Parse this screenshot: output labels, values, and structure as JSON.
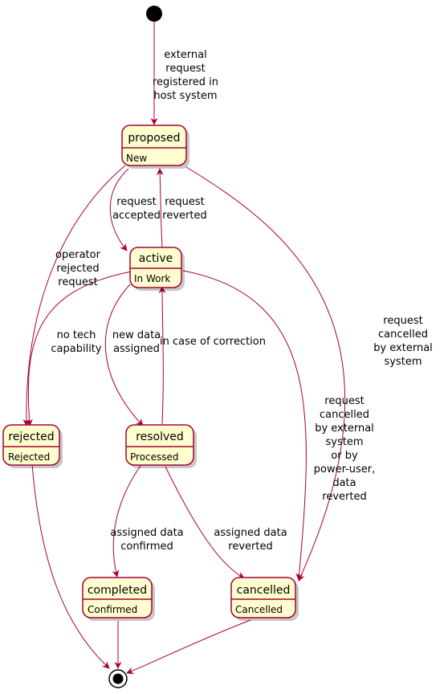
{
  "colors": {
    "box_fill": "#FEFECE",
    "border": "#A80036",
    "text": "#000000"
  },
  "states": {
    "proposed": {
      "name": "proposed",
      "desc": "New"
    },
    "active": {
      "name": "active",
      "desc": "In Work"
    },
    "rejected": {
      "name": "rejected",
      "desc": "Rejected"
    },
    "resolved": {
      "name": "resolved",
      "desc": "Processed"
    },
    "completed": {
      "name": "completed",
      "desc": "Confirmed"
    },
    "cancelled": {
      "name": "cancelled",
      "desc": "Cancelled"
    }
  },
  "transitions": {
    "start_proposed": [
      "external",
      "request",
      "registered in",
      "host system"
    ],
    "proposed_active": [
      "request",
      "accepted"
    ],
    "active_proposed": [
      "request",
      "reverted"
    ],
    "proposed_rejected": [
      "operator",
      "rejected",
      "request"
    ],
    "proposed_cancelled": [
      "request",
      "cancelled",
      "by external",
      "system"
    ],
    "active_rejected": [
      "no tech",
      "capability"
    ],
    "active_resolved": [
      "new data",
      "assigned"
    ],
    "resolved_active": [
      "in case of correction"
    ],
    "active_cancelled": [
      "request",
      "cancelled",
      "by external",
      "system",
      "or by",
      "power-user,",
      "data",
      "reverted"
    ],
    "resolved_completed": [
      "assigned data",
      "confirmed"
    ],
    "resolved_cancelled": [
      "assigned data",
      "reverted"
    ]
  }
}
